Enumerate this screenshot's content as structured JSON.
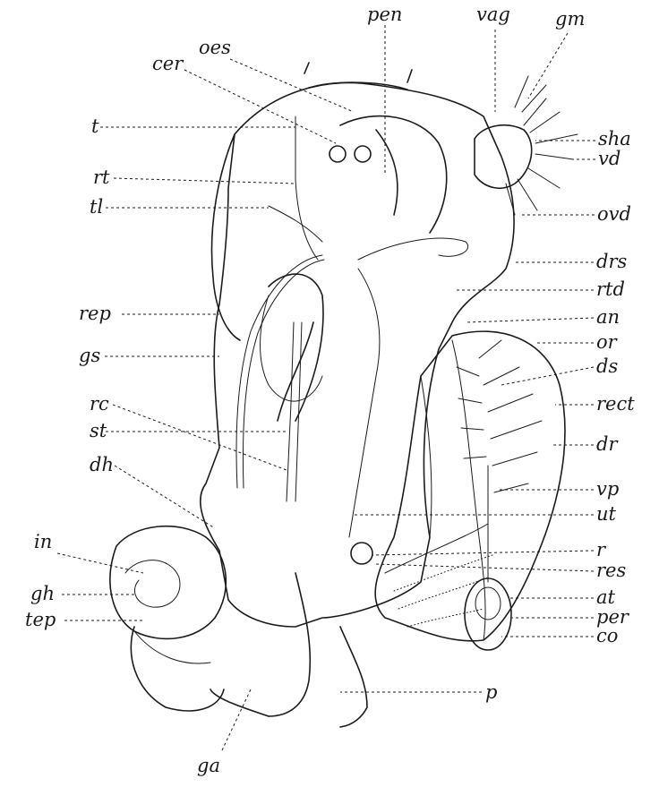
{
  "figure": {
    "labels": {
      "pen": "pen",
      "vag": "vag",
      "gm": "gm",
      "oes": "oes",
      "cer": "cer",
      "t": "t",
      "rt": "rt",
      "tl": "tl",
      "sha": "sha",
      "vd": "vd",
      "ovd": "ovd",
      "drs": "drs",
      "rtd": "rtd",
      "an": "an",
      "or": "or",
      "ds": "ds",
      "rect": "rect",
      "dr": "dr",
      "vp": "vp",
      "ut": "ut",
      "r": "r",
      "res": "res",
      "at": "at",
      "per": "per",
      "co": "co",
      "p": "p",
      "rep": "rep",
      "gs": "gs",
      "rc": "rc",
      "st": "st",
      "dh": "dh",
      "in": "in",
      "gh": "gh",
      "tep": "tep",
      "ga": "ga"
    }
  }
}
